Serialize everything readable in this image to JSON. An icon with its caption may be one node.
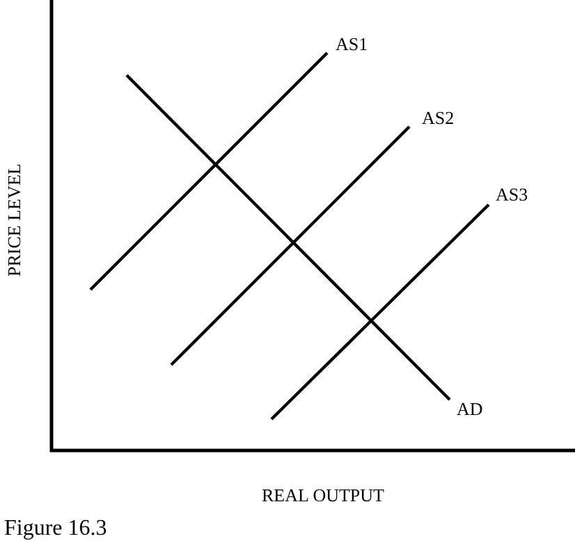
{
  "diagram": {
    "caption": "Figure 16.3",
    "labels": [
      "AS1",
      "AS2",
      "AS3",
      "PRICE LEVEL",
      "AD",
      "REAL OUTPUT"
    ]
  }
}
